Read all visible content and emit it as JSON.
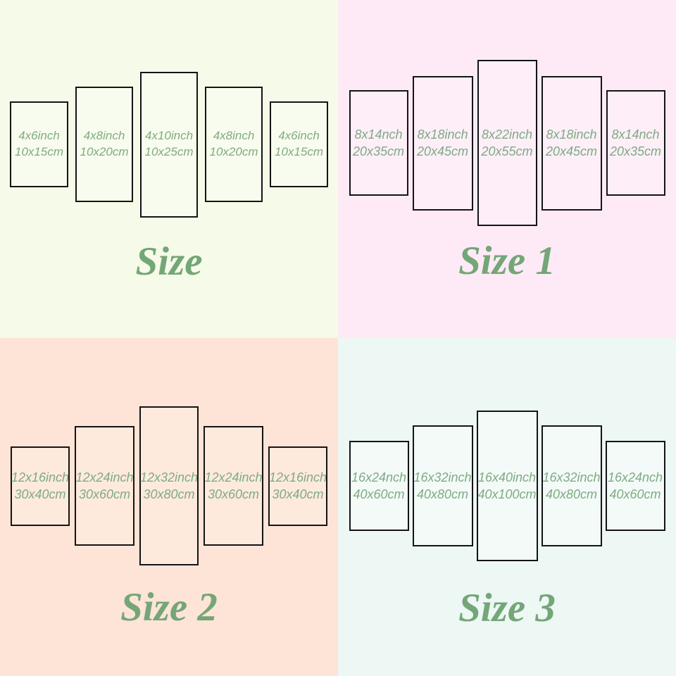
{
  "colors": {
    "panel_border": "#141414",
    "panel_text_green": "#7fab82",
    "title_green": "#74a677",
    "quadrant_backgrounds": [
      "#f5fbe8",
      "#fdeaf6",
      "#fde4d7",
      "#edf7f4"
    ],
    "panel_backgrounds": [
      "#f8fcee",
      "#fdeef8",
      "#fdeadd",
      "#f3faf8"
    ]
  },
  "quadrants": [
    {
      "title": "Size",
      "bg": "#f5fbe8",
      "panel_bg": "#f8fcee",
      "panels": [
        {
          "inch": "4x6inch",
          "cm": "10x15cm"
        },
        {
          "inch": "4x8inch",
          "cm": "10x20cm"
        },
        {
          "inch": "4x10inch",
          "cm": "10x25cm"
        },
        {
          "inch": "4x8inch",
          "cm": "10x20cm"
        },
        {
          "inch": "4x6inch",
          "cm": "10x15cm"
        }
      ]
    },
    {
      "title": "Size 1",
      "bg": "#fdeaf6",
      "panel_bg": "#fdeef8",
      "panels": [
        {
          "inch": "8x14nch",
          "cm": "20x35cm"
        },
        {
          "inch": "8x18inch",
          "cm": "20x45cm"
        },
        {
          "inch": "8x22inch",
          "cm": "20x55cm"
        },
        {
          "inch": "8x18inch",
          "cm": "20x45cm"
        },
        {
          "inch": "8x14nch",
          "cm": "20x35cm"
        }
      ]
    },
    {
      "title": "Size 2",
      "bg": "#fde4d7",
      "panel_bg": "#fdeadd",
      "panels": [
        {
          "inch": "12x16inch",
          "cm": "30x40cm"
        },
        {
          "inch": "12x24inch",
          "cm": "30x60cm"
        },
        {
          "inch": "12x32inch",
          "cm": "30x80cm"
        },
        {
          "inch": "12x24inch",
          "cm": "30x60cm"
        },
        {
          "inch": "12x16inch",
          "cm": "30x40cm"
        }
      ]
    },
    {
      "title": "Size 3",
      "bg": "#edf7f4",
      "panel_bg": "#f3faf8",
      "panels": [
        {
          "inch": "16x24nch",
          "cm": "40x60cm"
        },
        {
          "inch": "16x32inch",
          "cm": "40x80cm"
        },
        {
          "inch": "16x40inch",
          "cm": "40x100cm"
        },
        {
          "inch": "16x32inch",
          "cm": "40x80cm"
        },
        {
          "inch": "16x24nch",
          "cm": "40x60cm"
        }
      ]
    }
  ]
}
